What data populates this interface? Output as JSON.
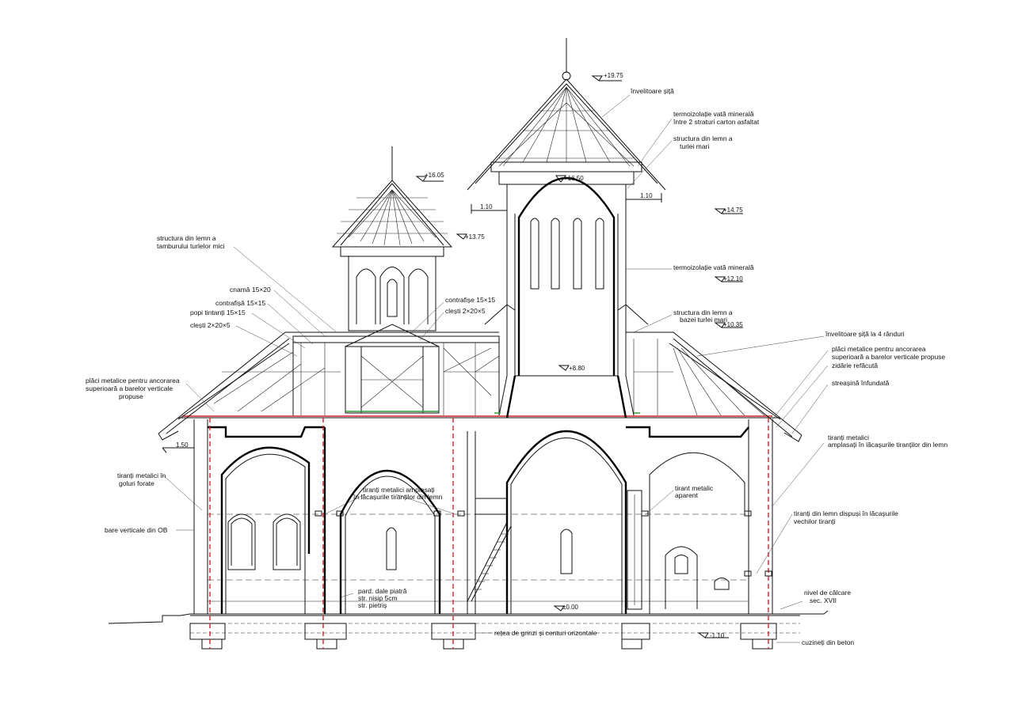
{
  "levels": {
    "top": "+19.75",
    "small_tower_top": "+16.05",
    "large_dome": "+16.50",
    "right_eave_upper": "+14.75",
    "small_tower_base": "+13.75",
    "large_tower_mid": "+12.10",
    "large_tower_base": "+10.35",
    "floor_level_inside": "+8.80",
    "left_eave": "1.50",
    "ground": "±0.00",
    "foundation": "-1.10",
    "eave_offset_left": "1.10",
    "eave_offset_right": "1.10"
  },
  "labels": {
    "invelitoare_sita": "învelitoare șiță",
    "termoizolatie_top": "termoizolație vată minerală",
    "termoizolatie_top_2": "între 2 straturi carton asfaltat",
    "structura_turlei_mari_1": "structura din lemn a",
    "structura_turlei_mari_2": "turlei mari",
    "structura_tamburului_1": "structura din lemn a",
    "structura_tamburului_2": "tamburului turlelor mici",
    "cosoroaba": "cnamă 15×20",
    "contrafisa_left": "contrafișă 15×15",
    "popi": "popi tintanți 15×15",
    "clesti_left": "clești 2×20×5",
    "contrafise_center": "contrafișe 15×15",
    "clesti_center": "clești 2×20×5",
    "termoizolatie_mid": "termoizolație vată minerală",
    "structura_bazei_1": "structura din lemn a",
    "structura_bazei_2": "bazei turlei mari",
    "invelitoare_4": "învelitoare șiță la 4 rânduri",
    "placi_right_1": "plăci metalice pentru ancorarea",
    "placi_right_2": "superioară a barelor verticale propuse",
    "zidarie": "zidărie refăcută",
    "streasina": "streașină înfundată",
    "placi_left_1": "plăci metalice pentru ancorarea",
    "placi_left_2": "superioară a barelor verticale",
    "placi_left_3": "propuse",
    "tiranti_right_1": "tiranți metalici",
    "tiranti_right_2": "amplasați în lăcașurile tiranților din lemn",
    "tiranti_goluri_1": "tiranți metalici în",
    "tiranti_goluri_2": "goluri forate",
    "tiranti_center_1": "tiranți metalici amplasați",
    "tiranti_center_2": "în lăcașurile tiranților din lemn",
    "tirant_aparent_1": "tirant metalic",
    "tirant_aparent_2": "aparent",
    "tiranti_lemn_1": "tiranți din lemn dispuși în lăcașurile",
    "tiranti_lemn_2": "vechilor tiranți",
    "bare_verticale": "bare verticale din OB",
    "pard_1": "pard. dale piatră",
    "pard_2": "str. nisip 5cm",
    "pard_3": "str. pietriș",
    "nivel_calcare_1": "nivel de călcare",
    "nivel_calcare_2": "sec. XVII",
    "retea": "rețea de grinzi și centuri orizontale",
    "cuzineti": "cuzineți din beton"
  }
}
